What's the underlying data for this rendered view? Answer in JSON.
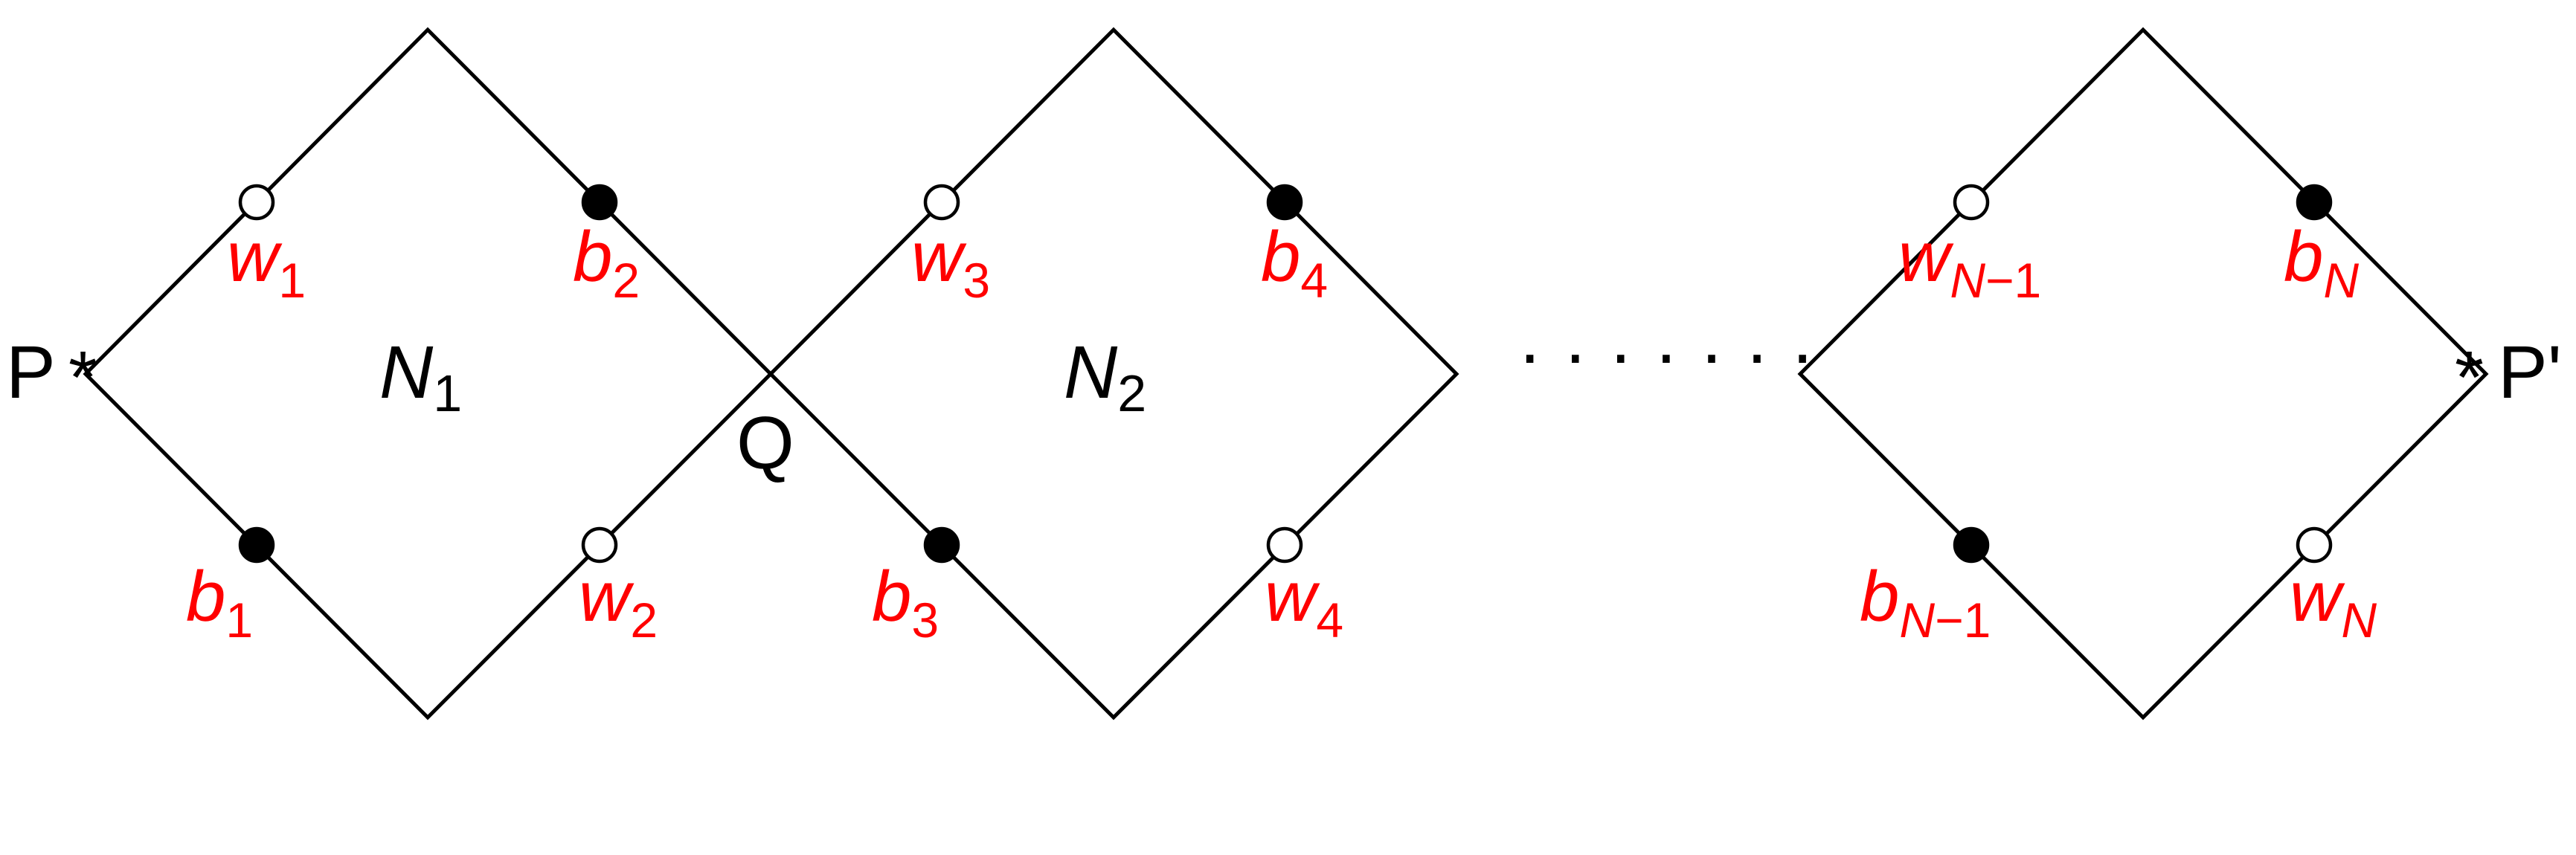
{
  "points": {
    "P": "P",
    "P_prime": "P'",
    "Q": "Q"
  },
  "faces": [
    {
      "letter": "N",
      "index": "1"
    },
    {
      "letter": "N",
      "index": "2"
    }
  ],
  "vertex_labels": {
    "w1": {
      "letter": "w",
      "sub": "1"
    },
    "b2": {
      "letter": "b",
      "sub": "2"
    },
    "b1": {
      "letter": "b",
      "sub": "1"
    },
    "w2": {
      "letter": "w",
      "sub": "2"
    },
    "w3": {
      "letter": "w",
      "sub": "3"
    },
    "b4": {
      "letter": "b",
      "sub": "4"
    },
    "b3": {
      "letter": "b",
      "sub": "3"
    },
    "w4": {
      "letter": "w",
      "sub": "4"
    },
    "wN1": {
      "letter": "w",
      "sub_n": "N",
      "sub_rest": "−1"
    },
    "bN": {
      "letter": "b",
      "sub_n": "N"
    },
    "bN1": {
      "letter": "b",
      "sub_n": "N",
      "sub_rest": "−1"
    },
    "wN": {
      "letter": "w",
      "sub_n": "N"
    }
  },
  "ellipsis": "· · · · · · ·",
  "colors": {
    "label": "#ff0000",
    "line": "#000000",
    "black_vertex": "#000000",
    "white_vertex": "#ffffff"
  }
}
